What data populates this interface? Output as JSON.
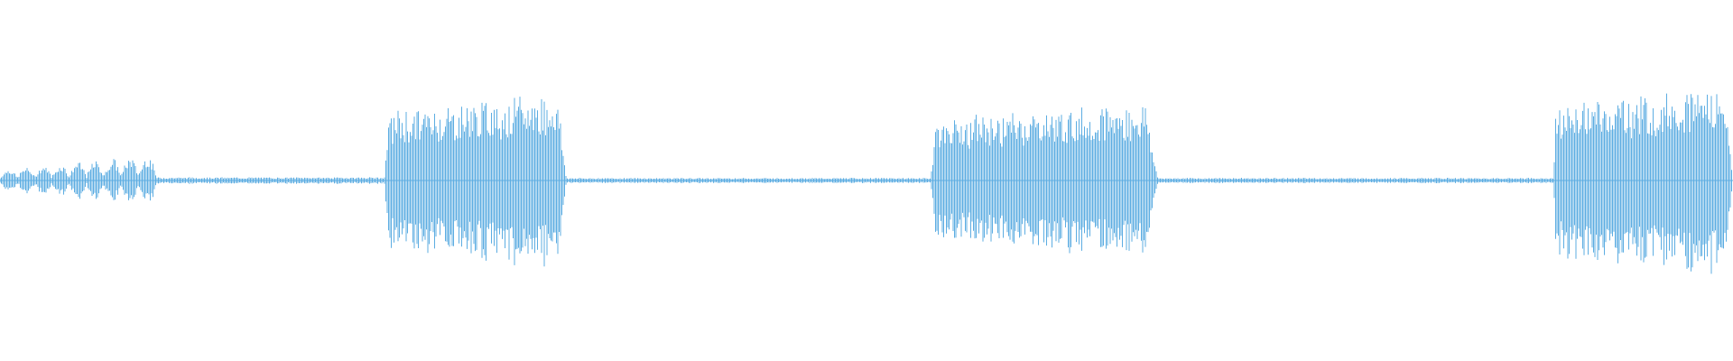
{
  "waveform": {
    "color": "#5dade2",
    "background": "#ffffff",
    "duration_fraction_segments": [
      {
        "kind": "intro-pulses",
        "start": 0.0,
        "end": 0.09,
        "level": 0.12
      },
      {
        "kind": "low-noise",
        "start": 0.09,
        "end": 0.222,
        "level": 0.025
      },
      {
        "kind": "burst",
        "start": 0.222,
        "end": 0.327,
        "level": 0.62
      },
      {
        "kind": "low-noise",
        "start": 0.327,
        "end": 0.537,
        "level": 0.02
      },
      {
        "kind": "burst",
        "start": 0.537,
        "end": 0.668,
        "level": 0.55
      },
      {
        "kind": "low-noise",
        "start": 0.668,
        "end": 0.896,
        "level": 0.02
      },
      {
        "kind": "burst",
        "start": 0.896,
        "end": 1.0,
        "level": 0.68
      }
    ]
  }
}
